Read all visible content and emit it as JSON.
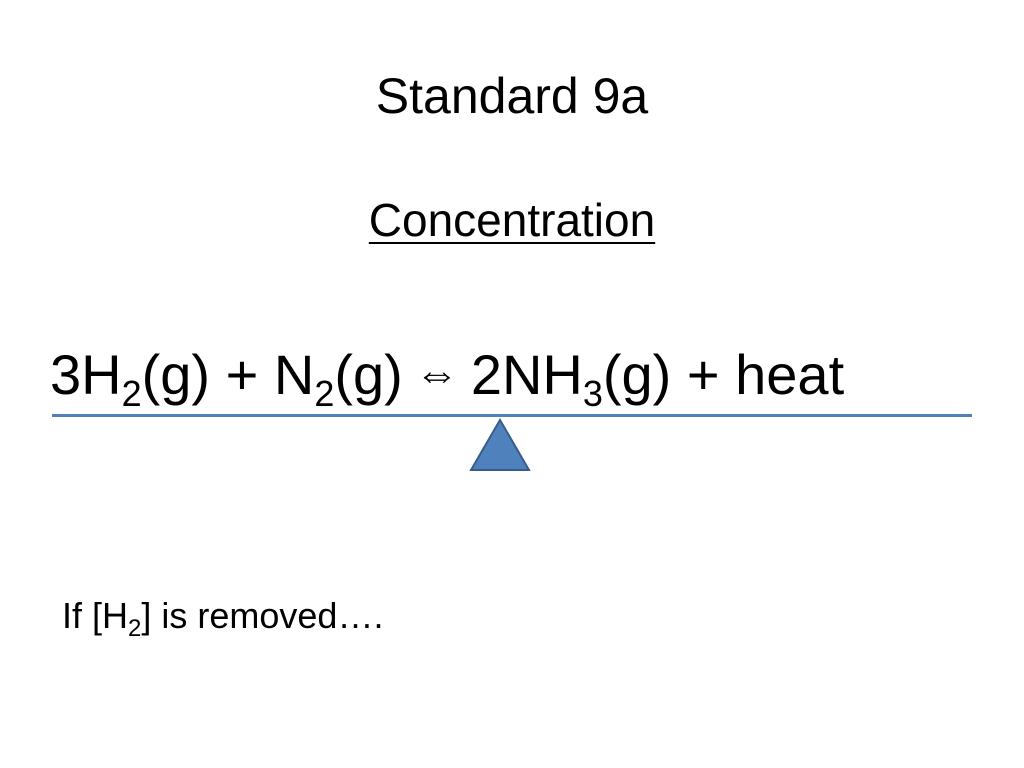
{
  "slide": {
    "title": "Standard 9a",
    "subtitle": "Concentration"
  },
  "equation": {
    "part1_coef_symbol": "3H",
    "part1_sub": "2",
    "part2": "(g) + N",
    "part2_sub": "2",
    "part3": "(g)",
    "arrow_symbol": "⇔",
    "part4": "2NH",
    "part4_sub": "3",
    "part5": "(g) + heat"
  },
  "footer": {
    "prefix": "If [H",
    "sub": "2",
    "suffix": "] is removed…."
  },
  "colors": {
    "balance": "#4f81bd",
    "fulcrum_fill": "#4f81bd",
    "fulcrum_stroke": "#385d8a"
  }
}
